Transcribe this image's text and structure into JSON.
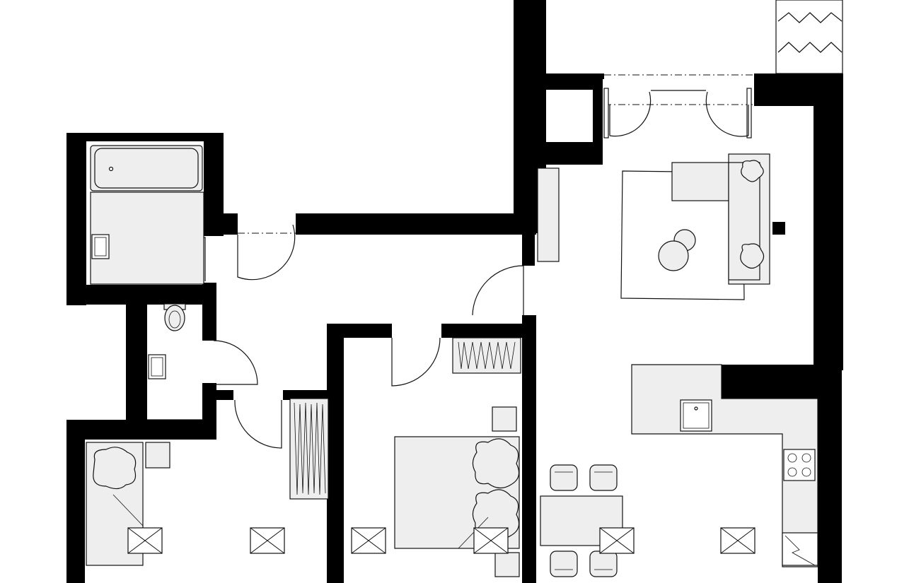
{
  "plan": {
    "wall_color": "#000000",
    "furniture_fill": "#eeeeee",
    "background": "#ffffff"
  },
  "rooms": [
    {
      "id": "bathroom",
      "fixtures": [
        "bathtub",
        "washbasin"
      ]
    },
    {
      "id": "wc",
      "fixtures": [
        "toilet",
        "washbasin"
      ]
    },
    {
      "id": "hallway",
      "fixtures": [
        "wardrobe"
      ]
    },
    {
      "id": "bedroom-small",
      "fixtures": [
        "single-bed",
        "nightstand"
      ]
    },
    {
      "id": "bedroom-main",
      "fixtures": [
        "double-bed",
        "nightstands",
        "wardrobe"
      ]
    },
    {
      "id": "living-room",
      "fixtures": [
        "corner-sofa",
        "rug",
        "coffee-tables",
        "cabinet"
      ]
    },
    {
      "id": "kitchen-dining",
      "fixtures": [
        "kitchen-counter",
        "sink",
        "cooktop",
        "dining-table",
        "chairs"
      ]
    },
    {
      "id": "balcony",
      "fixtures": [
        "balcony-doors"
      ]
    }
  ]
}
